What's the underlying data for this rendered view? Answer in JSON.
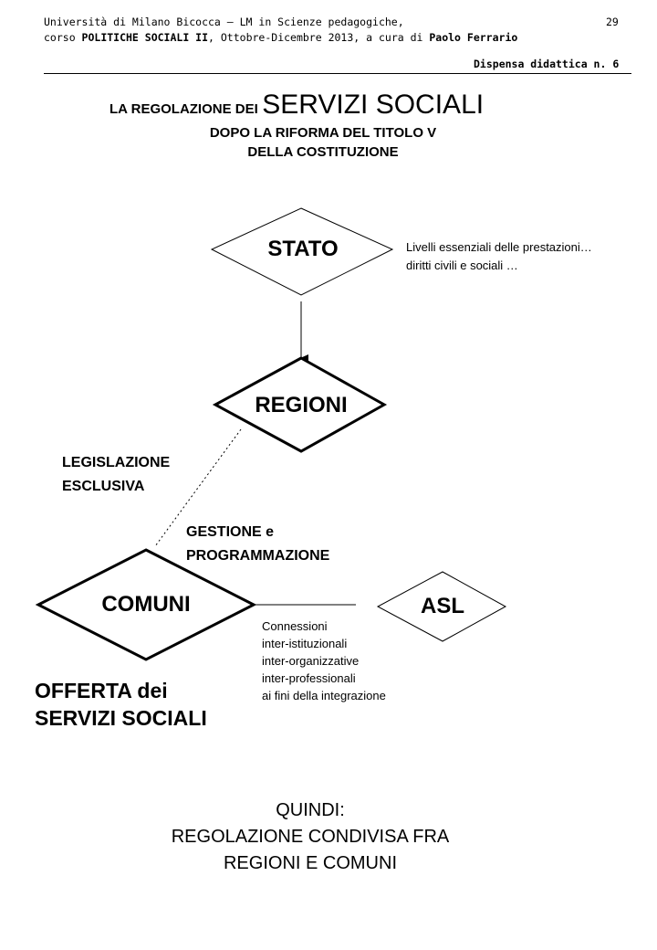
{
  "header": {
    "line1": "Università di Milano Bicocca – LM in Scienze pedagogiche,",
    "line2_pre": "corso ",
    "line2_course": "POLITICHE SOCIALI II",
    "line2_mid": ", Ottobre-Dicembre 2013,  a cura di ",
    "line2_author": "Paolo Ferrario",
    "page_number": "29",
    "dispensa": "Dispensa didattica n. 6"
  },
  "title": {
    "small": "LA REGOLAZIONE DEI",
    "big": "SERVIZI SOCIALI",
    "sub1": "DOPO LA RIFORMA DEL TITOLO V",
    "sub2": "DELLA COSTITUZIONE"
  },
  "nodes": {
    "stato": "STATO",
    "regioni": "REGIONI",
    "comuni": "COMUNI",
    "asl": "ASL"
  },
  "notes": {
    "stato_1": "Livelli essenziali delle prestazioni…",
    "stato_2": "diritti civili e sociali …",
    "legislazione_1": "LEGISLAZIONE",
    "legislazione_2": "ESCLUSIVA",
    "gestione_1": "GESTIONE e",
    "gestione_2": "PROGRAMMAZIONE",
    "connessioni": [
      "Connessioni",
      "inter-istituzionali",
      "inter-organizzative",
      "inter-professionali",
      "ai fini della integrazione"
    ],
    "offerta_1": "OFFERTA dei",
    "offerta_2": "SERVIZI SOCIALI"
  },
  "conclusion": {
    "line1": "QUINDI:",
    "line2": "REGOLAZIONE CONDIVISA FRA",
    "line3": "REGIONI E COMUNI"
  }
}
